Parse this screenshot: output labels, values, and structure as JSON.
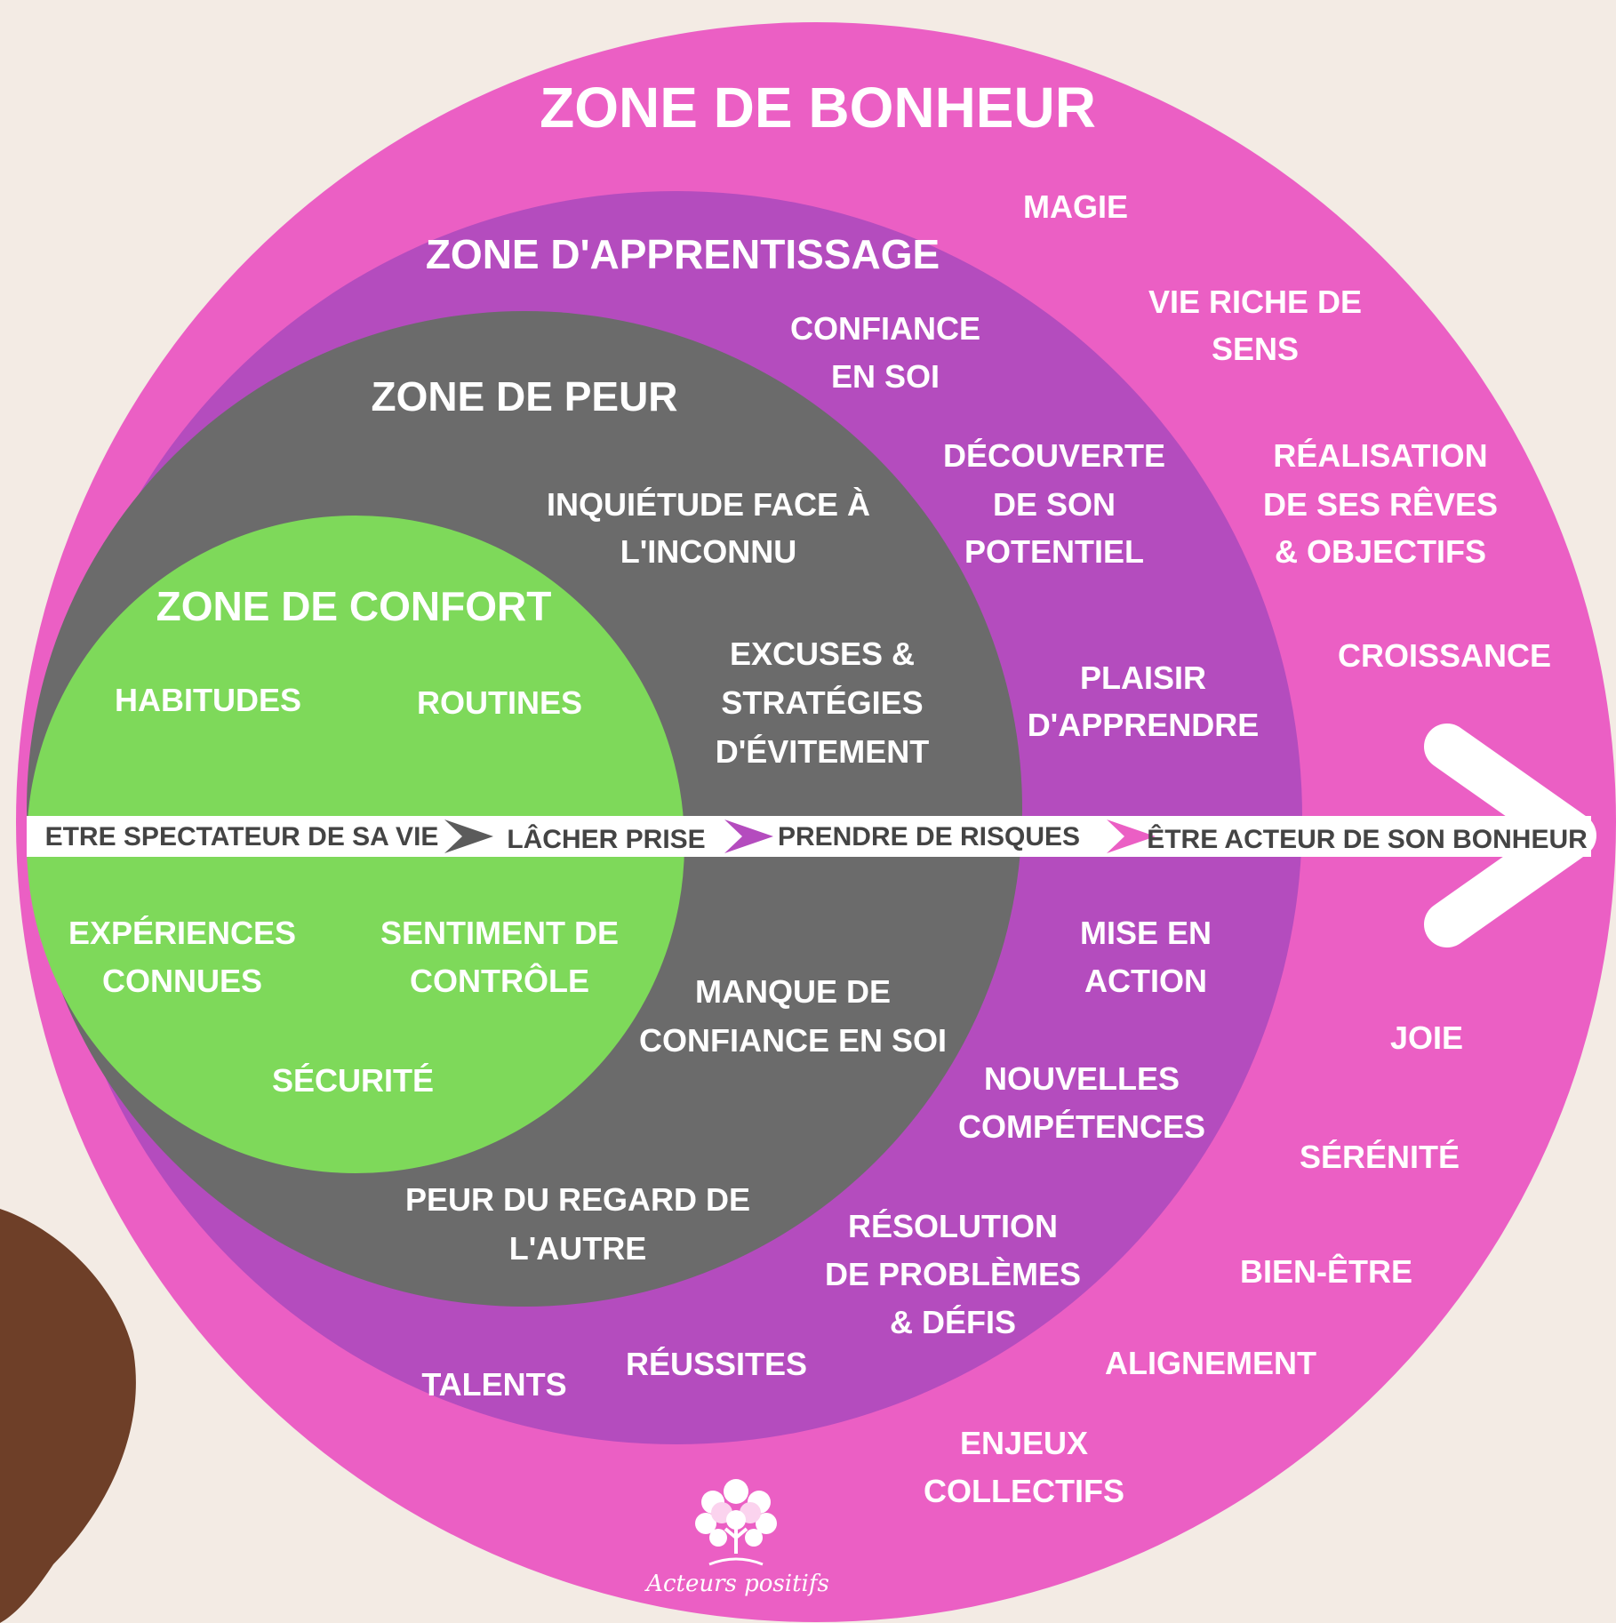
{
  "colors": {
    "background": "#f3ebe4",
    "zone_bonheur": "#eb5fc4",
    "zone_apprentissage": "#b44cbe",
    "zone_peur": "#6b6b6b",
    "zone_confort": "#7ed95a",
    "arrow_band": "#ffffff",
    "chevron_dark": "#5b5b5b",
    "chevron_purple": "#b44cbe",
    "chevron_pink": "#eb5fc4"
  },
  "zones": {
    "bonheur": {
      "title": "ZONE DE BONHEUR",
      "items": [
        "MAGIE",
        "VIE RICHE DE",
        "SENS",
        "RÉALISATION",
        "DE SES RÊVES",
        "& OBJECTIFS",
        "CROISSANCE",
        "JOIE",
        "SÉRÉNITÉ",
        "BIEN-ÊTRE",
        "ALIGNEMENT",
        "ENJEUX",
        "COLLECTIFS"
      ]
    },
    "apprentissage": {
      "title": "ZONE D'APPRENTISSAGE",
      "items": [
        "CONFIANCE",
        "EN SOI",
        "DÉCOUVERTE",
        "DE SON",
        "POTENTIEL",
        "PLAISIR",
        "D'APPRENDRE",
        "MISE EN",
        "ACTION",
        "NOUVELLES",
        "COMPÉTENCES",
        "RÉSOLUTION",
        "DE PROBLÈMES",
        "& DÉFIS",
        "RÉUSSITES",
        "TALENTS"
      ]
    },
    "peur": {
      "title": "ZONE DE PEUR",
      "items": [
        "INQUIÉTUDE FACE À",
        "L'INCONNU",
        "EXCUSES &",
        "STRATÉGIES",
        "D'ÉVITEMENT",
        "MANQUE DE",
        "CONFIANCE EN SOI",
        "PEUR DU REGARD DE",
        "L'AUTRE"
      ]
    },
    "confort": {
      "title": "ZONE DE CONFORT",
      "items": [
        "HABITUDES",
        "ROUTINES",
        "EXPÉRIENCES",
        "CONNUES",
        "SENTIMENT DE",
        "CONTRÔLE",
        "SÉCURITÉ"
      ]
    }
  },
  "arrow": {
    "steps": [
      "ETRE SPECTATEUR DE SA VIE",
      "LÂCHER PRISE",
      "PRENDRE DE RISQUES",
      "ÊTRE ACTEUR DE SON BONHEUR"
    ]
  },
  "logo": {
    "text": "Acteurs positifs",
    "icon": "tree-icon"
  }
}
